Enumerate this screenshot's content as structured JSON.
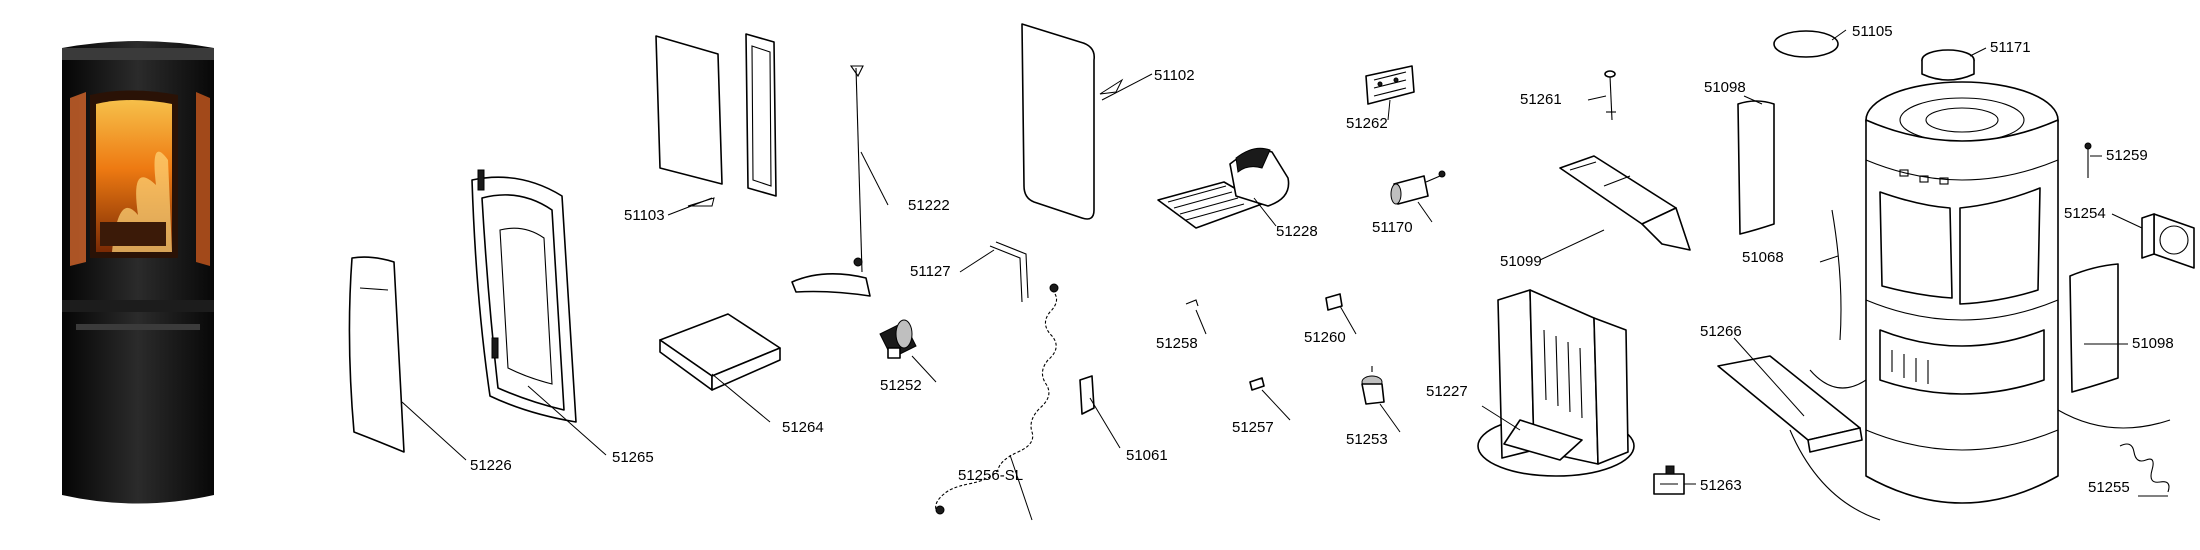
{
  "parts": [
    {
      "id": "p51103",
      "label": "51103"
    },
    {
      "id": "p51222",
      "label": "51222"
    },
    {
      "id": "p51102",
      "label": "51102"
    },
    {
      "id": "p51262",
      "label": "51262"
    },
    {
      "id": "p51261",
      "label": "51261"
    },
    {
      "id": "p51105",
      "label": "51105"
    },
    {
      "id": "p51171",
      "label": "51171"
    },
    {
      "id": "p51098a",
      "label": "51098"
    },
    {
      "id": "p51259",
      "label": "51259"
    },
    {
      "id": "p51228",
      "label": "51228"
    },
    {
      "id": "p51170",
      "label": "51170"
    },
    {
      "id": "p51099",
      "label": "51099"
    },
    {
      "id": "p51068",
      "label": "51068"
    },
    {
      "id": "p51254",
      "label": "51254"
    },
    {
      "id": "p51127",
      "label": "51127"
    },
    {
      "id": "p51252",
      "label": "51252"
    },
    {
      "id": "p51264",
      "label": "51264"
    },
    {
      "id": "p51226",
      "label": "51226"
    },
    {
      "id": "p51265",
      "label": "51265"
    },
    {
      "id": "p51258",
      "label": "51258"
    },
    {
      "id": "p51260",
      "label": "51260"
    },
    {
      "id": "p51227",
      "label": "51227"
    },
    {
      "id": "p51266",
      "label": "51266"
    },
    {
      "id": "p51098b",
      "label": "51098"
    },
    {
      "id": "p51257",
      "label": "51257"
    },
    {
      "id": "p51253",
      "label": "51253"
    },
    {
      "id": "p51061",
      "label": "51061"
    },
    {
      "id": "p51256sl",
      "label": "51256-SL"
    },
    {
      "id": "p51263",
      "label": "51263"
    },
    {
      "id": "p51255",
      "label": "51255"
    }
  ]
}
